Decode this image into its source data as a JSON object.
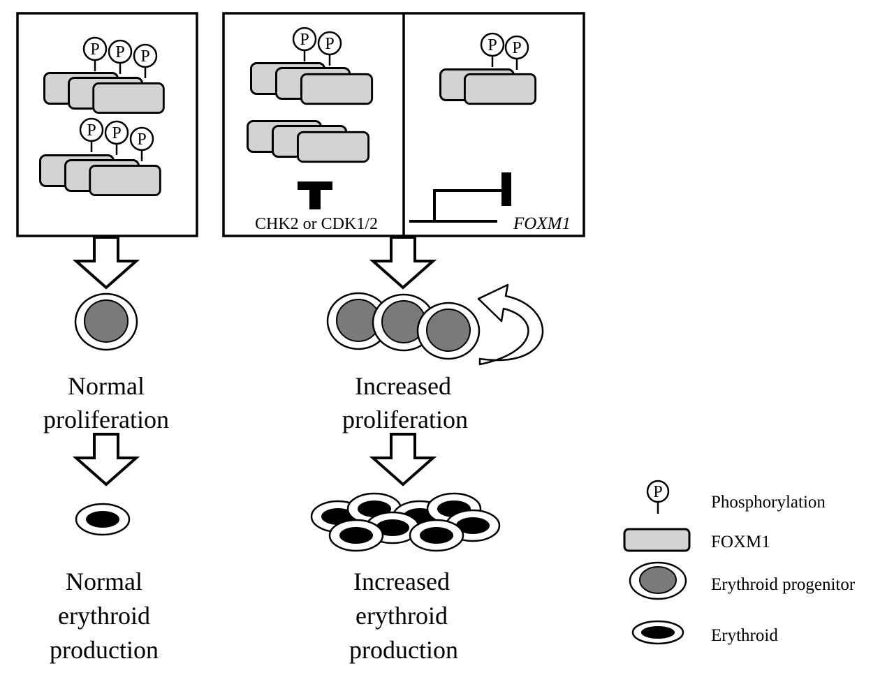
{
  "colors": {
    "foxm1_fill": "#d3d3d3",
    "nucleus_progenitor": "#7a7a7a",
    "nucleus_erythroid": "#000000",
    "stroke": "#000000",
    "background": "#ffffff"
  },
  "phospho_symbol": "P",
  "panels": {
    "middle_label": "CHK2 or CDK1/2",
    "right_label": "FOXM1"
  },
  "columns": {
    "left": {
      "proliferation": [
        "Normal",
        "proliferation"
      ],
      "production": [
        "Normal",
        "erythroid",
        "production"
      ]
    },
    "right": {
      "proliferation": [
        "Increased",
        "proliferation"
      ],
      "production": [
        "Increased",
        "erythroid",
        "production"
      ]
    }
  },
  "legend": [
    {
      "icon": "phosphorylation-icon",
      "label": "Phosphorylation"
    },
    {
      "icon": "foxm1-icon",
      "label": "FOXM1"
    },
    {
      "icon": "erythroid-progenitor-icon",
      "label": "Erythroid progenitor"
    },
    {
      "icon": "erythroid-icon",
      "label": "Erythroid"
    }
  ]
}
